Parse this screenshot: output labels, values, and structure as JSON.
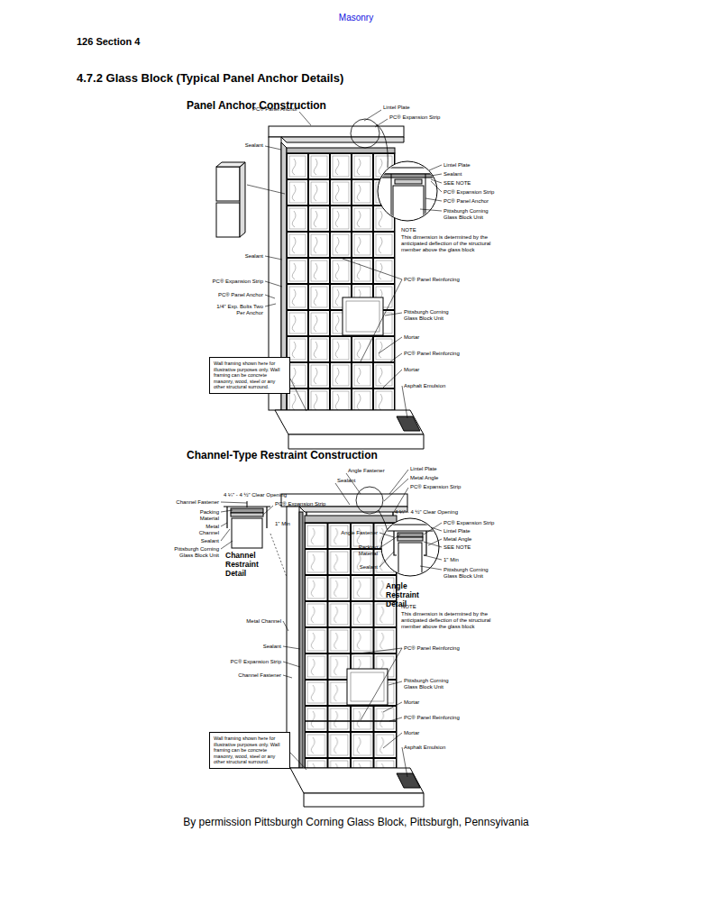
{
  "diagram": {
    "title": "4.7.2 Glass Block (Typical Panel Anchor Details)",
    "caption": "By permission Pittsburgh Corning Glass Block, Pittsburgh, Pennsyivania",
    "nodes": [
      {
        "text": [
          "Wall framing shown here for illustrative purposes only. Wall framing can be concrete masonry, wood, steel or any other structural surround."
        ]
      },
      {
        "text": [
          "Wall framing shown here for illustrative purposes only. Wall framing can be concrete masonry, wood, steel or any other structural surround."
        ]
      }
    ],
    "labels": [
      "Masonry",
      "126 Section 4",
      "Panel Anchor Construction",
      "PC® Panel Anchor",
      "Lintel Plate",
      "PC® Expansion Strip",
      "Sealant",
      "Lintel Plate",
      "Sealant",
      "SEE NOTE",
      "PC® Expansion Strip",
      "PC® Panel Anchor",
      "Pittsburgh Corning Glass Block Unit",
      "NOTE",
      "This dimension is determined by the anticipated deflection of the structural member above the glass block",
      "Sealant",
      "PC® Panel Reinforcing",
      "PC® Expansion Strip",
      "PC® Panel Anchor",
      "1/4\" Exp. Bolts Two Per Anchor",
      "Pittsburgh Corning Glass Block Unit",
      "Mortar",
      "PC® Panel Reinforcing",
      "Mortar",
      "Asphalt Emulsion",
      "Channel-Type Restraint Construction",
      "Angle Fastener",
      "Sealant",
      "Lintel Plate",
      "Metal Angle",
      "PC® Expansion Strip",
      "4 ¼\" - 4 ½\" Clear Opening",
      "Channel Fastener",
      "PC® Expansion Strip",
      "Packing Material",
      "Metal Channel",
      "1\" Min",
      "Sealant",
      "Pittsburgh Corning Glass Block Unit",
      "Channel Restraint Detail",
      "4 ¼\" - 4 ½\" Clear Opening",
      "PC® Expansion Strip",
      "Lintel Plate",
      "Metal Angle",
      "Angle Fastener",
      "SEE NOTE",
      "Packing Material",
      "Sealant",
      "1\" Min",
      "Pittsburgh Corning Glass Block Unit",
      "Angle Restraint Detail",
      "NOTE",
      "This dimension is determined by the anticipated deflection of the structural member above the glass block",
      "Metal Channel",
      "Sealant",
      "PC® Expansion Strip",
      "Channel Fastener",
      "PC® Panel Reinforcing",
      "Pittsburgh Corning Glass Block Unit",
      "Mortar",
      "PC® Panel Reinforcing",
      "Mortar",
      "Asphalt Emulsion"
    ]
  }
}
